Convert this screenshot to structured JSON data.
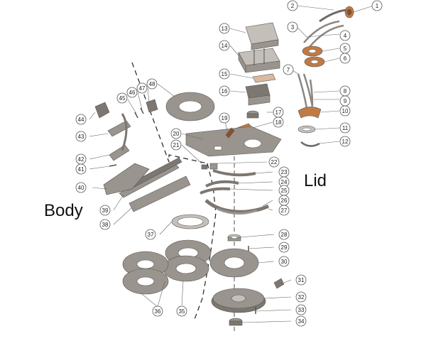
{
  "labels": {
    "lid": "Lid",
    "body": "Body"
  },
  "callouts": [
    "1",
    "2",
    "3",
    "4",
    "5",
    "6",
    "7",
    "8",
    "9",
    "10",
    "11",
    "12",
    "13",
    "14",
    "15",
    "16",
    "17",
    "18",
    "19",
    "20",
    "21",
    "22",
    "23",
    "24",
    "25",
    "26",
    "27",
    "28",
    "29",
    "30",
    "31",
    "32",
    "33",
    "34",
    "35",
    "36",
    "37",
    "38",
    "39",
    "40",
    "41",
    "42",
    "43",
    "44",
    "45",
    "46",
    "47",
    "48"
  ],
  "colors": {
    "metal": "#9a948e",
    "metal_dark": "#7d7771",
    "metal_light": "#c4bfb9",
    "copper": "#c07a45",
    "copper_dark": "#8c4f26"
  }
}
